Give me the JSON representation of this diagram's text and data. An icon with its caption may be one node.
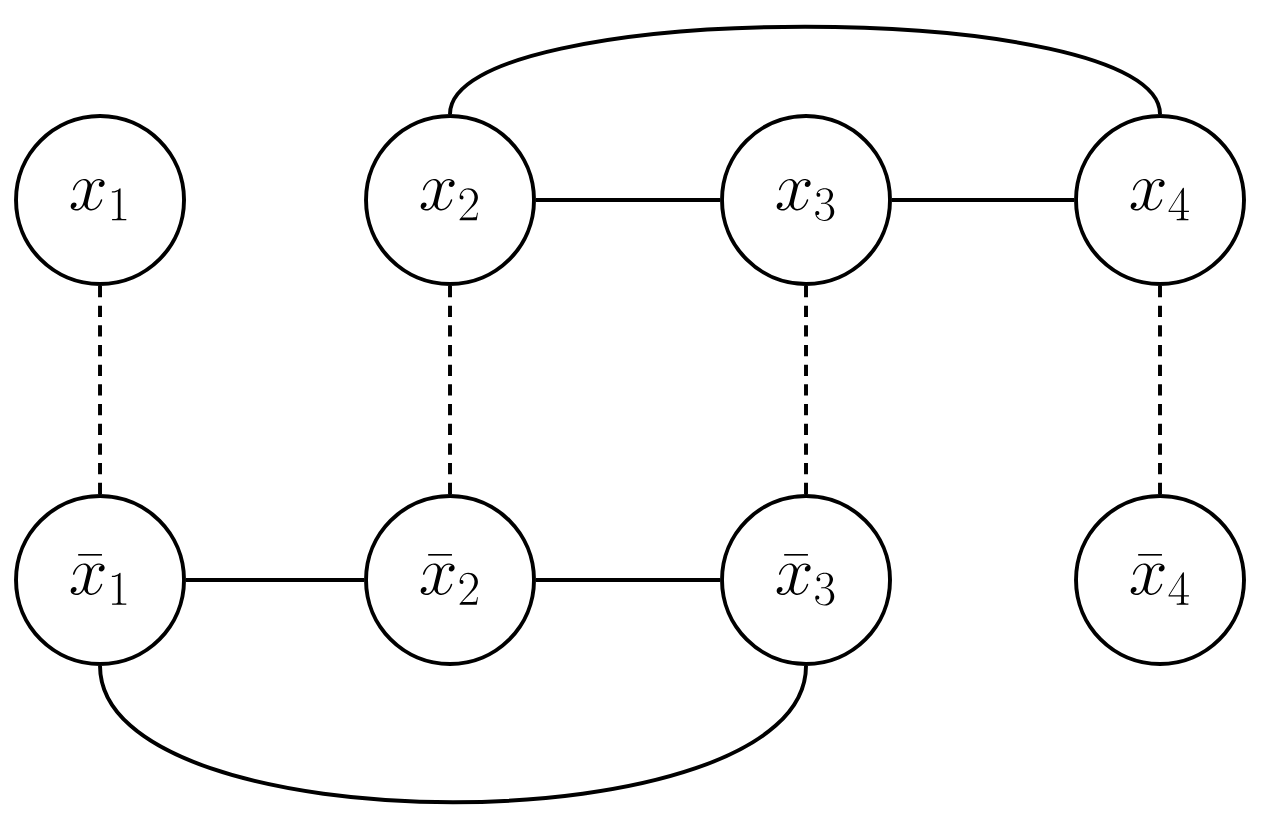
{
  "diagram": {
    "nodes": [
      {
        "text": [
          "x_{1}"
        ]
      },
      {
        "text": [
          "x_{2}"
        ]
      },
      {
        "text": [
          "x_{3}"
        ]
      },
      {
        "text": [
          "x_{4}"
        ]
      },
      {
        "text": [
          "\\bar{x}_{1}"
        ]
      },
      {
        "text": [
          "\\bar{x}_{2}"
        ]
      },
      {
        "text": [
          "\\bar{x}_{3}"
        ]
      },
      {
        "text": [
          "\\bar{x}_{4}"
        ]
      }
    ],
    "edges": [
      {
        "from": 1,
        "to": 2,
        "arrow": "none"
      },
      {
        "from": 2,
        "to": 3,
        "arrow": "none"
      },
      {
        "from": 1,
        "to": 3,
        "arrow": "none"
      },
      {
        "from": 0,
        "to": 4,
        "arrow": "none",
        "style": "dashed"
      },
      {
        "from": 1,
        "to": 5,
        "arrow": "none",
        "style": "dashed"
      },
      {
        "from": 2,
        "to": 6,
        "arrow": "none",
        "style": "dashed"
      },
      {
        "from": 3,
        "to": 7,
        "arrow": "none",
        "style": "dashed"
      },
      {
        "from": 4,
        "to": 5,
        "arrow": "none"
      },
      {
        "from": 5,
        "to": 6,
        "arrow": "none"
      },
      {
        "from": 4,
        "to": 6,
        "arrow": "none"
      }
    ]
  }
}
